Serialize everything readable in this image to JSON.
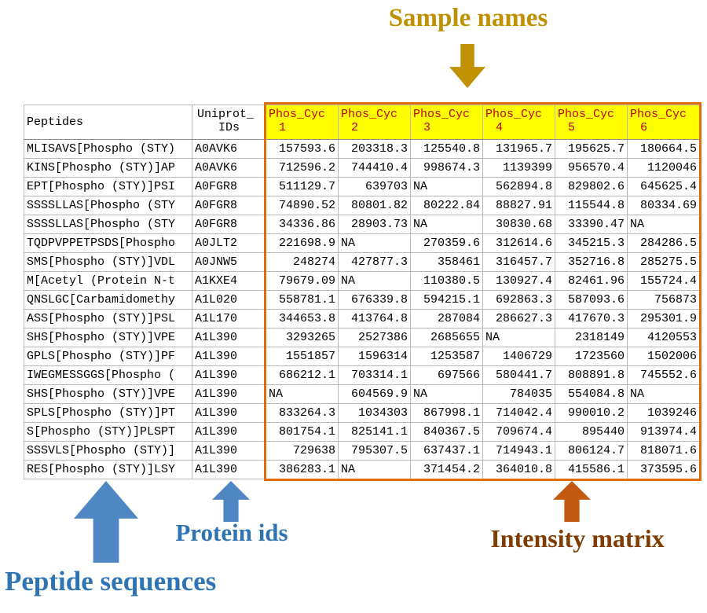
{
  "annotations": {
    "sample_names": "Sample names",
    "peptide_sequences": "Peptide sequences",
    "protein_ids": "Protein ids",
    "intensity_matrix": "Intensity matrix"
  },
  "colors": {
    "sample-label": "#bf9000",
    "sample-arrow": "#c09100",
    "blue-label": "#2e74b5",
    "blue-arrow": "#4e87c3",
    "intensity-label": "#833c00",
    "intensity-arrow": "#c45911",
    "header-bg": "#ffff00",
    "header-text": "#c00000",
    "matrix-border": "#e26b0a",
    "grid-line": "#b8b8b8"
  },
  "table": {
    "headers": {
      "peptides": "Peptides",
      "uniprot_line1": "Uniprot_",
      "uniprot_line2": "IDs",
      "samples": [
        {
          "line1": "Phos_Cyc",
          "line2": "1"
        },
        {
          "line1": "Phos_Cyc",
          "line2": "2"
        },
        {
          "line1": "Phos_Cyc",
          "line2": "3"
        },
        {
          "line1": "Phos_Cyc",
          "line2": "4"
        },
        {
          "line1": "Phos_Cyc",
          "line2": "5"
        },
        {
          "line1": "Phos_Cyc",
          "line2": "6"
        }
      ]
    },
    "rows": [
      {
        "peptide": "MLISAVS[Phospho (STY)",
        "uniprot": "A0AVK6",
        "values": [
          "157593.6",
          "203318.3",
          "125540.8",
          "131965.7",
          "195625.7",
          "180664.5"
        ]
      },
      {
        "peptide": "KINS[Phospho (STY)]AP",
        "uniprot": "A0AVK6",
        "values": [
          "712596.2",
          "744410.4",
          "998674.3",
          "1139399",
          "956570.4",
          "1120046"
        ]
      },
      {
        "peptide": "EPT[Phospho (STY)]PSI",
        "uniprot": "A0FGR8",
        "values": [
          "511129.7",
          "639703",
          "NA",
          "562894.8",
          "829802.6",
          "645625.4"
        ]
      },
      {
        "peptide": "SSSSLLAS[Phospho (STY",
        "uniprot": "A0FGR8",
        "values": [
          "74890.52",
          "80801.82",
          "80222.84",
          "88827.91",
          "115544.8",
          "80334.69"
        ]
      },
      {
        "peptide": "SSSSLLAS[Phospho (STY",
        "uniprot": "A0FGR8",
        "values": [
          "34336.86",
          "28903.73",
          "NA",
          "30830.68",
          "33390.47",
          "NA"
        ]
      },
      {
        "peptide": "TQDPVPPETPSDS[Phospho",
        "uniprot": "A0JLT2",
        "values": [
          "221698.9",
          "NA",
          "270359.6",
          "312614.6",
          "345215.3",
          "284286.5"
        ]
      },
      {
        "peptide": "SMS[Phospho (STY)]VDL",
        "uniprot": "A0JNW5",
        "values": [
          "248274",
          "427877.3",
          "358461",
          "316457.7",
          "352716.8",
          "285275.5"
        ]
      },
      {
        "peptide": "M[Acetyl (Protein N-t",
        "uniprot": "A1KXE4",
        "values": [
          "79679.09",
          "NA",
          "110380.5",
          "130927.4",
          "82461.96",
          "155724.4"
        ]
      },
      {
        "peptide": "QNSLGC[Carbamidomethy",
        "uniprot": "A1L020",
        "values": [
          "558781.1",
          "676339.8",
          "594215.1",
          "692863.3",
          "587093.6",
          "756873"
        ]
      },
      {
        "peptide": "ASS[Phospho (STY)]PSL",
        "uniprot": "A1L170",
        "values": [
          "344653.8",
          "413764.8",
          "287084",
          "286627.3",
          "417670.3",
          "295301.9"
        ]
      },
      {
        "peptide": "SHS[Phospho (STY)]VPE",
        "uniprot": "A1L390",
        "values": [
          "3293265",
          "2527386",
          "2685655",
          "NA",
          "2318149",
          "4120553"
        ]
      },
      {
        "peptide": "GPLS[Phospho (STY)]PF",
        "uniprot": "A1L390",
        "values": [
          "1551857",
          "1596314",
          "1253587",
          "1406729",
          "1723560",
          "1502006"
        ]
      },
      {
        "peptide": "IWEGMESSGGS[Phospho (",
        "uniprot": "A1L390",
        "values": [
          "686212.1",
          "703314.1",
          "697566",
          "580441.7",
          "808891.8",
          "745552.6"
        ]
      },
      {
        "peptide": "SHS[Phospho (STY)]VPE",
        "uniprot": "A1L390",
        "values": [
          "NA",
          "604569.9",
          "NA",
          "784035",
          "554084.8",
          "NA"
        ]
      },
      {
        "peptide": "SPLS[Phospho (STY)]PT",
        "uniprot": "A1L390",
        "values": [
          "833264.3",
          "1034303",
          "867998.1",
          "714042.4",
          "990010.2",
          "1039246"
        ]
      },
      {
        "peptide": "S[Phospho (STY)]PLSPT",
        "uniprot": "A1L390",
        "values": [
          "801754.1",
          "825141.1",
          "840367.5",
          "709674.4",
          "895440",
          "913974.4"
        ]
      },
      {
        "peptide": "SSSVLS[Phospho (STY)]",
        "uniprot": "A1L390",
        "values": [
          "729638",
          "795307.5",
          "637437.1",
          "714943.1",
          "806124.7",
          "818071.6"
        ]
      },
      {
        "peptide": "RES[Phospho (STY)]LSY",
        "uniprot": "A1L390",
        "values": [
          "386283.1",
          "NA",
          "371454.2",
          "364010.8",
          "415586.1",
          "373595.6"
        ]
      }
    ]
  }
}
